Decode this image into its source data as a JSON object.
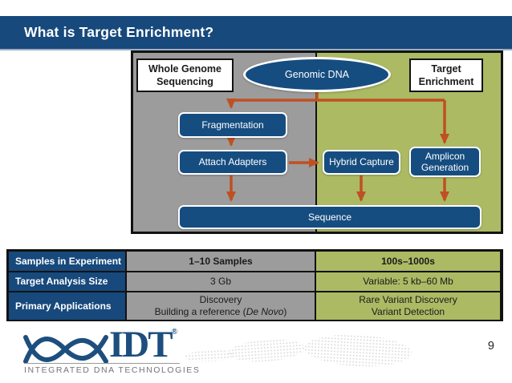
{
  "title_bar": {
    "title": "What is Target Enrichment?"
  },
  "diagram": {
    "left_panel_label": {
      "line1": "Whole Genome",
      "line2": "Sequencing"
    },
    "right_panel_label": {
      "line1": "Target",
      "line2": "Enrichment"
    },
    "genomic_dna": "Genomic DNA",
    "nodes": {
      "fragmentation": "Fragmentation",
      "attach_adapters": "Attach Adapters",
      "hybrid_capture": "Hybrid Capture",
      "amplicon_line1": "Amplicon",
      "amplicon_line2": "Generation",
      "sequence": "Sequence"
    }
  },
  "table": {
    "rows": [
      {
        "label": "Samples in Experiment",
        "wgs": "1–10 Samples",
        "te": "100s–1000s"
      },
      {
        "label": "Target Analysis Size",
        "wgs": "3 Gb",
        "te": "Variable: 5 kb–60 Mb"
      },
      {
        "label": "Primary Applications",
        "wgs_line1": "Discovery",
        "wgs_line2_prefix": "Building a reference (",
        "wgs_line2_italic": "De Novo",
        "wgs_line2_suffix": ")",
        "te_line1": "Rare Variant Discovery",
        "te_line2": "Variant Detection"
      }
    ]
  },
  "footer": {
    "logo_text": "IDT",
    "logo_registered": "®",
    "logo_subtext": "INTEGRATED DNA TECHNOLOGIES",
    "page_number": "9"
  },
  "colors": {
    "brand_navy": "#17497C",
    "node_navy": "#164D80",
    "gray_panel": "#9C9C9C",
    "green_panel": "#ACBA64",
    "arrow_orange": "#BF5022",
    "border_black": "#121212"
  }
}
